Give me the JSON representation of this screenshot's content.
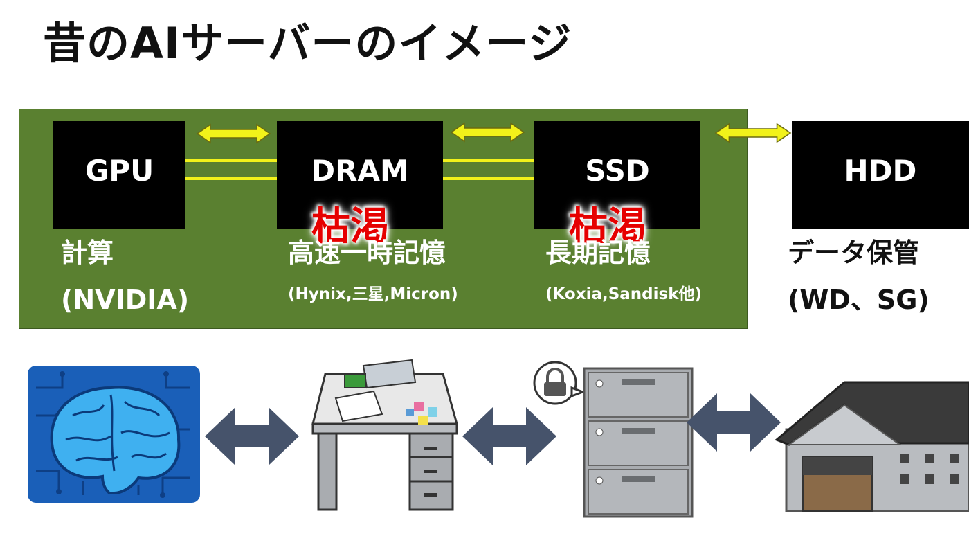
{
  "title": "昔のAIサーバーのイメージ",
  "components": [
    {
      "id": "gpu",
      "chip_label": "GPU",
      "role": "計算",
      "vendors": "(NVIDIA)"
    },
    {
      "id": "dram",
      "chip_label": "DRAM",
      "role": "高速一時記憶",
      "vendors": "(Hynix,三星,Micron)",
      "status": "枯渇"
    },
    {
      "id": "ssd",
      "chip_label": "SSD",
      "role": "長期記憶",
      "vendors": "(Koxia,Sandisk他)",
      "status": "枯渇"
    },
    {
      "id": "hdd",
      "chip_label": "HDD",
      "role": "データ保管",
      "vendors": "(WD、SG)"
    }
  ],
  "colors": {
    "board": "#5a8030",
    "chip": "#000000",
    "bus": "#f2f21a",
    "shortage": "#e60000",
    "flow_arrow": "#46536b"
  },
  "illustrations": [
    {
      "name": "brain-circuit-icon"
    },
    {
      "name": "messy-desk-icon"
    },
    {
      "name": "locked-cabinet-icon"
    },
    {
      "name": "warehouse-icon"
    }
  ]
}
